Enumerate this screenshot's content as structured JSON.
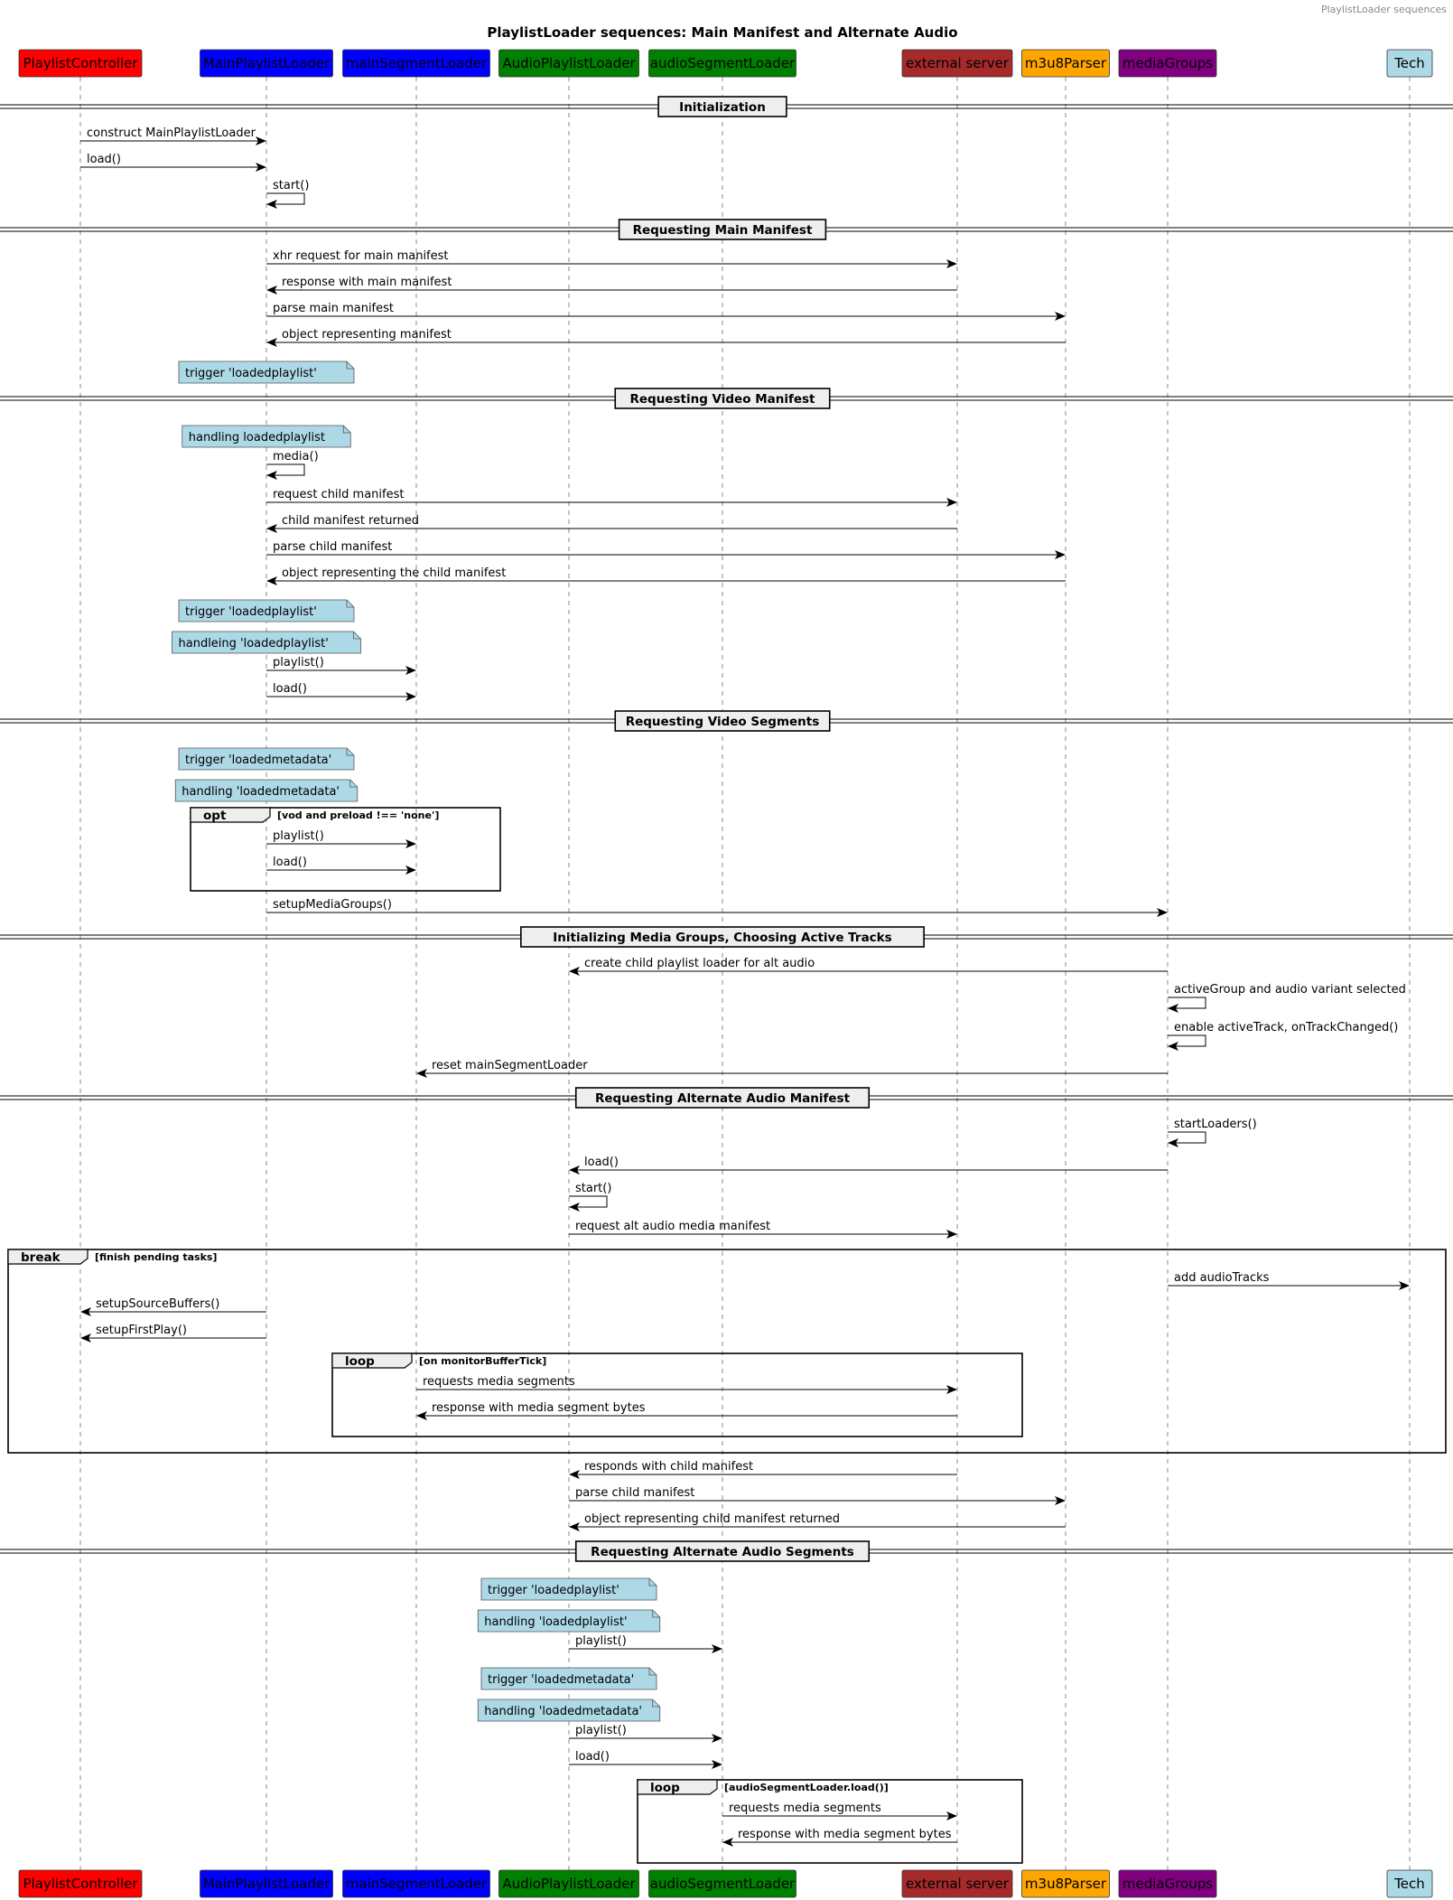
{
  "header": "PlaylistLoader sequences",
  "title": "PlaylistLoader sequences: Main Manifest and Alternate Audio",
  "participants": [
    {
      "id": "pc",
      "label": "PlaylistController",
      "color": "#ff0000",
      "text_color": "#000000"
    },
    {
      "id": "mpl",
      "label": "MainPlaylistLoader",
      "color": "#0000ff",
      "text_color": "#000000"
    },
    {
      "id": "msl",
      "label": "mainSegmentLoader",
      "color": "#0000ff",
      "text_color": "#000000"
    },
    {
      "id": "apl",
      "label": "AudioPlaylistLoader",
      "color": "#008000",
      "text_color": "#000000"
    },
    {
      "id": "asl",
      "label": "audioSegmentLoader",
      "color": "#008000",
      "text_color": "#000000"
    },
    {
      "id": "ext",
      "label": "external server",
      "color": "#a52a2a",
      "text_color": "#000000"
    },
    {
      "id": "m3u",
      "label": "m3u8Parser",
      "color": "#ffa500",
      "text_color": "#000000"
    },
    {
      "id": "mg",
      "label": "mediaGroups",
      "color": "#800080",
      "text_color": "#000000"
    },
    {
      "id": "tech",
      "label": "Tech",
      "color": "#add8e6",
      "text_color": "#000000"
    }
  ],
  "note_color": "#add8e6",
  "events": [
    {
      "kind": "divider",
      "text": "Initialization"
    },
    {
      "kind": "msg",
      "from": "pc",
      "to": "mpl",
      "text": "construct MainPlaylistLoader"
    },
    {
      "kind": "msg",
      "from": "pc",
      "to": "mpl",
      "text": "load()"
    },
    {
      "kind": "self",
      "on": "mpl",
      "text": "start()"
    },
    {
      "kind": "divider",
      "text": "Requesting Main Manifest"
    },
    {
      "kind": "msg",
      "from": "mpl",
      "to": "ext",
      "text": "xhr request for main manifest"
    },
    {
      "kind": "msg",
      "from": "ext",
      "to": "mpl",
      "text": "response with main manifest"
    },
    {
      "kind": "msg",
      "from": "mpl",
      "to": "m3u",
      "text": "parse main manifest"
    },
    {
      "kind": "msg",
      "from": "m3u",
      "to": "mpl",
      "text": "object representing manifest"
    },
    {
      "kind": "note",
      "over": "mpl",
      "text": "trigger 'loadedplaylist'"
    },
    {
      "kind": "divider",
      "text": "Requesting Video Manifest"
    },
    {
      "kind": "note",
      "over": "mpl",
      "text": "handling loadedplaylist"
    },
    {
      "kind": "self",
      "on": "mpl",
      "text": "media()"
    },
    {
      "kind": "msg",
      "from": "mpl",
      "to": "ext",
      "text": "request child manifest"
    },
    {
      "kind": "msg",
      "from": "ext",
      "to": "mpl",
      "text": "child manifest returned"
    },
    {
      "kind": "msg",
      "from": "mpl",
      "to": "m3u",
      "text": "parse child manifest"
    },
    {
      "kind": "msg",
      "from": "m3u",
      "to": "mpl",
      "text": "object representing the child manifest"
    },
    {
      "kind": "note",
      "over": "mpl",
      "text": "trigger 'loadedplaylist'"
    },
    {
      "kind": "note",
      "over": "mpl",
      "text": "handleing 'loadedplaylist'"
    },
    {
      "kind": "msg",
      "from": "mpl",
      "to": "msl",
      "text": "playlist()"
    },
    {
      "kind": "msg",
      "from": "mpl",
      "to": "msl",
      "text": "load()"
    },
    {
      "kind": "divider",
      "text": "Requesting Video Segments"
    },
    {
      "kind": "note",
      "over": "mpl",
      "text": "trigger 'loadedmetadata'"
    },
    {
      "kind": "note",
      "over": "mpl",
      "text": "handling 'loadedmetadata'"
    },
    {
      "kind": "frag_start",
      "keyword": "opt",
      "condition": "[vod and preload !== 'none']",
      "participants": [
        "mpl",
        "msl"
      ]
    },
    {
      "kind": "msg",
      "from": "mpl",
      "to": "msl",
      "text": "playlist()"
    },
    {
      "kind": "msg",
      "from": "mpl",
      "to": "msl",
      "text": "load()"
    },
    {
      "kind": "frag_end"
    },
    {
      "kind": "msg",
      "from": "mpl",
      "to": "mg",
      "text": "setupMediaGroups()"
    },
    {
      "kind": "divider",
      "text": "Initializing Media Groups, Choosing Active Tracks"
    },
    {
      "kind": "msg",
      "from": "mg",
      "to": "apl",
      "text": "create child playlist loader for alt audio"
    },
    {
      "kind": "self",
      "on": "mg",
      "text": "activeGroup and audio variant selected"
    },
    {
      "kind": "self",
      "on": "mg",
      "text": "enable activeTrack, onTrackChanged()"
    },
    {
      "kind": "msg",
      "from": "mg",
      "to": "msl",
      "text": "reset mainSegmentLoader"
    },
    {
      "kind": "divider",
      "text": "Requesting Alternate Audio Manifest"
    },
    {
      "kind": "self",
      "on": "mg",
      "text": "startLoaders()"
    },
    {
      "kind": "msg",
      "from": "mg",
      "to": "apl",
      "text": "load()"
    },
    {
      "kind": "self",
      "on": "apl",
      "text": "start()"
    },
    {
      "kind": "msg",
      "from": "apl",
      "to": "ext",
      "text": "request alt audio media manifest"
    },
    {
      "kind": "frag_start",
      "keyword": "break",
      "condition": "[finish pending tasks]",
      "participants": [
        "pc",
        "tech"
      ]
    },
    {
      "kind": "msg",
      "from": "mg",
      "to": "tech",
      "text": "add audioTracks"
    },
    {
      "kind": "msg",
      "from": "mpl",
      "to": "pc",
      "text": "setupSourceBuffers()"
    },
    {
      "kind": "msg",
      "from": "mpl",
      "to": "pc",
      "text": "setupFirstPlay()"
    },
    {
      "kind": "frag_start",
      "keyword": "loop",
      "condition": "[on monitorBufferTick]",
      "participants": [
        "msl",
        "ext"
      ]
    },
    {
      "kind": "msg",
      "from": "msl",
      "to": "ext",
      "text": "requests media segments"
    },
    {
      "kind": "msg",
      "from": "ext",
      "to": "msl",
      "text": "response with media segment bytes"
    },
    {
      "kind": "frag_end"
    },
    {
      "kind": "frag_end"
    },
    {
      "kind": "msg",
      "from": "ext",
      "to": "apl",
      "text": "responds with child manifest"
    },
    {
      "kind": "msg",
      "from": "apl",
      "to": "m3u",
      "text": "parse child manifest"
    },
    {
      "kind": "msg",
      "from": "m3u",
      "to": "apl",
      "text": "object representing child manifest returned"
    },
    {
      "kind": "divider",
      "text": "Requesting Alternate Audio Segments"
    },
    {
      "kind": "note",
      "over": "apl",
      "text": "trigger 'loadedplaylist'"
    },
    {
      "kind": "note",
      "over": "apl",
      "text": "handling 'loadedplaylist'"
    },
    {
      "kind": "msg",
      "from": "apl",
      "to": "asl",
      "text": "playlist()"
    },
    {
      "kind": "note",
      "over": "apl",
      "text": "trigger 'loadedmetadata'"
    },
    {
      "kind": "note",
      "over": "apl",
      "text": "handling 'loadedmetadata'"
    },
    {
      "kind": "msg",
      "from": "apl",
      "to": "asl",
      "text": "playlist()"
    },
    {
      "kind": "msg",
      "from": "apl",
      "to": "asl",
      "text": "load()"
    },
    {
      "kind": "frag_start",
      "keyword": "loop",
      "condition": "[audioSegmentLoader.load()]",
      "participants": [
        "asl",
        "ext"
      ]
    },
    {
      "kind": "msg",
      "from": "asl",
      "to": "ext",
      "text": "requests media segments"
    },
    {
      "kind": "msg",
      "from": "ext",
      "to": "asl",
      "text": "response with media segment bytes"
    },
    {
      "kind": "frag_end"
    }
  ]
}
